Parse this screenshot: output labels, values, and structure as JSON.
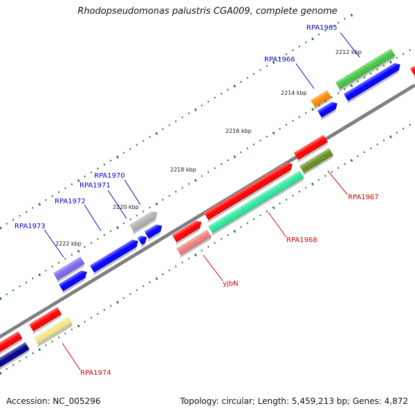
{
  "title": "Rhodopseudomonas palustris CGA009, complete genome",
  "accession": "Accession: NC_005296",
  "topology": "Topology: circular; Length: 5,459,213 bp; Genes: 4,872",
  "colors": {
    "backbone": "#7f7f7f",
    "tick_dots": "#1b7a1b",
    "forward_label": "#0000c8",
    "reverse_label": "#d00000"
  },
  "scale_labels": [
    {
      "text": "2212 kbp"
    },
    {
      "text": "2214 kbp"
    },
    {
      "text": "2216 kbp"
    },
    {
      "text": "2218 kbp"
    },
    {
      "text": "2220 kbp"
    },
    {
      "text": "2222 kbp"
    }
  ],
  "genes": [
    {
      "name": "RPA1965",
      "strand": "forward",
      "color": "#44c844"
    },
    {
      "name": "RPA1966",
      "strand": "forward",
      "color": "#ff8c00"
    },
    {
      "name": "RPA1967",
      "strand": "reverse",
      "color": "#6b8e23"
    },
    {
      "name": "RPA1968",
      "strand": "reverse",
      "color": "#2ee8a0"
    },
    {
      "name": "yjbN",
      "strand": "reverse",
      "color": "#f08080"
    },
    {
      "name": "RPA1970",
      "strand": "forward",
      "color": "#b4b4b4"
    },
    {
      "name": "RPA1971",
      "strand": "forward",
      "color": "#0000ff"
    },
    {
      "name": "RPA1972",
      "strand": "forward",
      "color": "#0000ff"
    },
    {
      "name": "RPA1973",
      "strand": "forward",
      "color": "#7b68ee"
    },
    {
      "name": "RPA1974",
      "strand": "reverse",
      "color": "#f0e68c"
    }
  ]
}
